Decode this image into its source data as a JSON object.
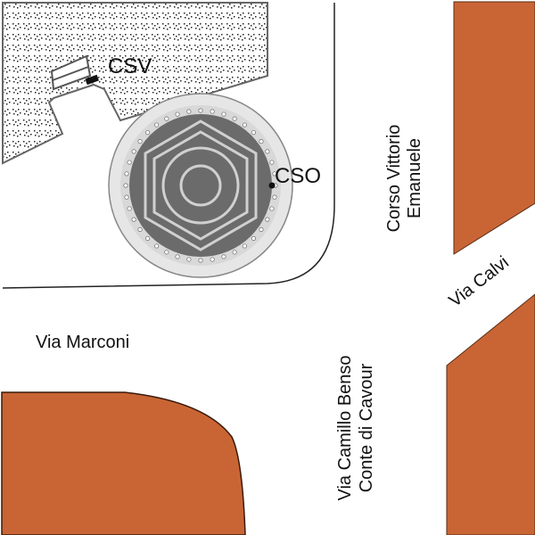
{
  "map": {
    "labels": {
      "csv": "CSV",
      "cso": "CSO",
      "corso_line1": "Corso Vittorio",
      "corso_line2": "Emanuele",
      "via_calvi": "Via Calvi",
      "via_marconi": "Via Marconi",
      "cavour_line1": "Via Camillo Benso",
      "cavour_line2": "Conte di Cavour"
    },
    "colors": {
      "building": "#c96535",
      "building_stroke": "#5a2a12",
      "fountain_outer": "#e6e6e6",
      "fountain_inner": "#6b6b6b",
      "hexagon": "#d0d0d0",
      "hatch_bg": "#ffffff",
      "hatch_dot": "#222222"
    }
  }
}
